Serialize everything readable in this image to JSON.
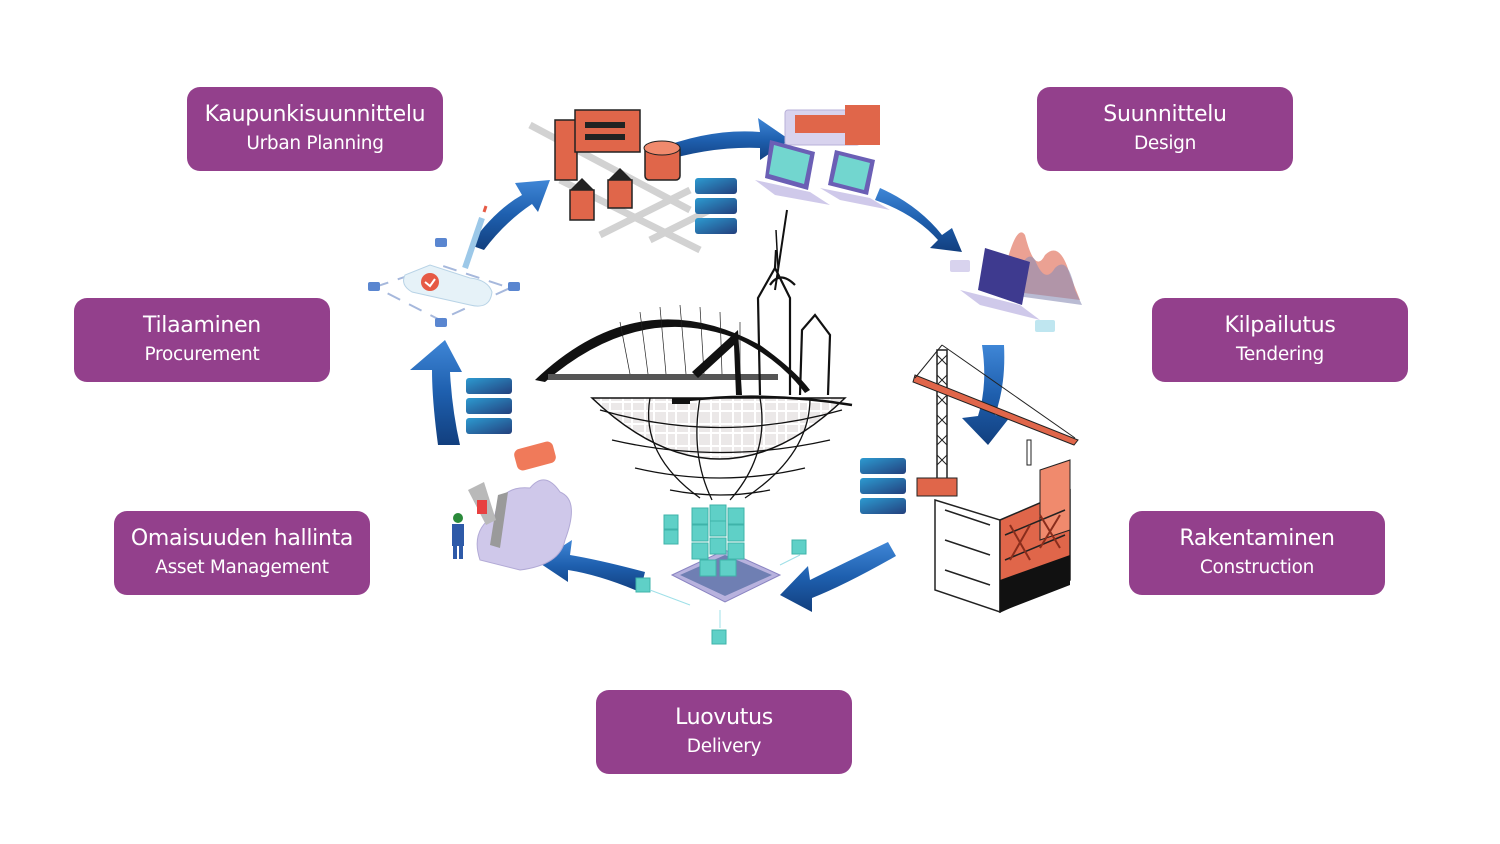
{
  "diagram": {
    "title": "Infrastructure lifecycle",
    "accent_color": "#93408c",
    "arrow_color": "#1e5fae",
    "stages": [
      {
        "id": "urban-planning",
        "fi": "Kaupunkisuunnittelu",
        "en": "Urban Planning",
        "illustration": "city-blocks-icon"
      },
      {
        "id": "design",
        "fi": "Suunnittelu",
        "en": "Design",
        "illustration": "laptops-server-icon"
      },
      {
        "id": "tendering",
        "fi": "Kilpailutus",
        "en": "Tendering",
        "illustration": "laptop-analytics-icon"
      },
      {
        "id": "construction",
        "fi": "Rakentaminen",
        "en": "Construction",
        "illustration": "crane-building-icon"
      },
      {
        "id": "delivery",
        "fi": "Luovutus",
        "en": "Delivery",
        "illustration": "data-cubes-chip-icon"
      },
      {
        "id": "asset-management",
        "fi": "Omaisuuden hallinta",
        "en": "Asset Management",
        "illustration": "cloud-maintenance-icon"
      },
      {
        "id": "procurement",
        "fi": "Tilaaminen",
        "en": "Procurement",
        "illustration": "contract-signing-icon"
      }
    ],
    "center_illustration": "bridge-globe-skyline-icon",
    "flow": "clockwise"
  }
}
